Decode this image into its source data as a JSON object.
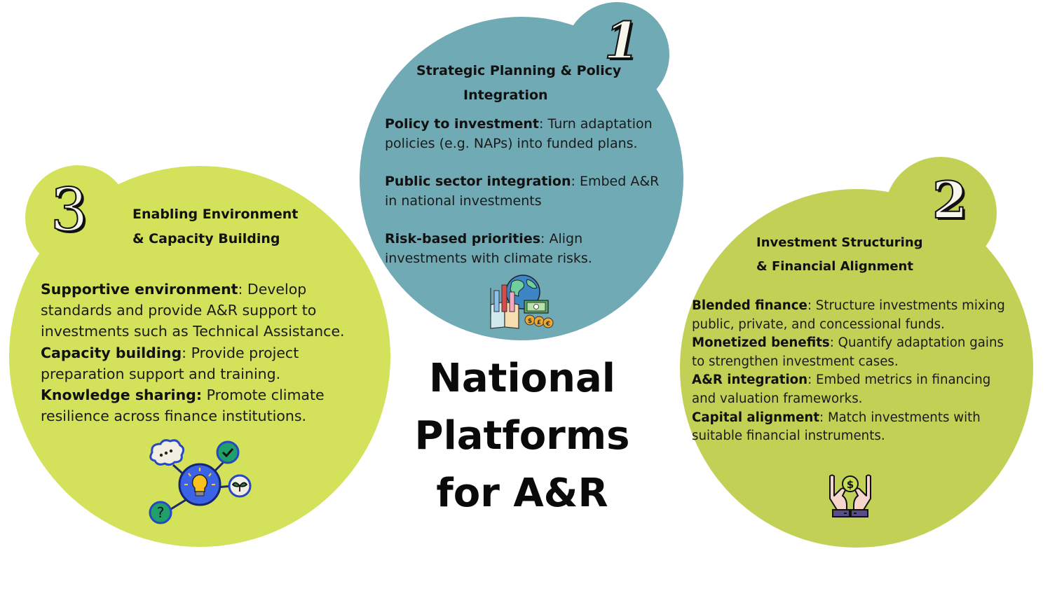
{
  "title": {
    "line1": "National",
    "line2": "Platforms",
    "line3": "for A&R"
  },
  "colors": {
    "pillar1_bg": "#70aab4",
    "pillar2_bg": "#c2d156",
    "pillar3_bg": "#d3e25a",
    "text": "#111111",
    "number_fill": "#f7f6ea"
  },
  "pillars": [
    {
      "number": "1",
      "heading_line1": "Strategic Planning & Policy",
      "heading_line2": "Integration",
      "icon": "finance-globe-chart-icon",
      "items": [
        {
          "label": "Policy to investment",
          "sep": ": ",
          "text": "Turn adaptation policies (e.g. NAPs) into funded plans."
        },
        {
          "label": "Public sector integration",
          "sep": ": ",
          "text": "Embed A&R in national investments"
        },
        {
          "label": "Risk-based priorities",
          "sep": ": ",
          "text": "Align investments with climate risks."
        }
      ]
    },
    {
      "number": "2",
      "heading_line1": "Investment Structuring",
      "heading_line2": "& Financial Alignment",
      "icon": "hands-holding-coin-icon",
      "items": [
        {
          "label": "Blended finance",
          "sep": ": ",
          "text": "Structure investments mixing public, private, and concessional funds."
        },
        {
          "label": "Monetized benefits",
          "sep": ": ",
          "text": "Quantify adaptation gains to strengthen investment cases."
        },
        {
          "label": "A&R integration",
          "sep": ": ",
          "text": "Embed metrics in financing and valuation frameworks."
        },
        {
          "label": "Capital alignment",
          "sep": ": ",
          "text": "Match investments with suitable financial instruments."
        }
      ]
    },
    {
      "number": "3",
      "heading_line1": "Enabling Environment",
      "heading_line2": "& Capacity Building",
      "icon": "idea-network-lightbulb-icon",
      "items": [
        {
          "label": "Supportive environment",
          "sep": ": ",
          "text": "Develop standards and provide A&R support to investments such as Technical Assistance."
        },
        {
          "label": "Capacity building",
          "sep": ": ",
          "text": "Provide project preparation support and training."
        },
        {
          "label": "Knowledge sharing:",
          "sep": " ",
          "text": "Promote climate resilience across finance institutions."
        }
      ]
    }
  ]
}
